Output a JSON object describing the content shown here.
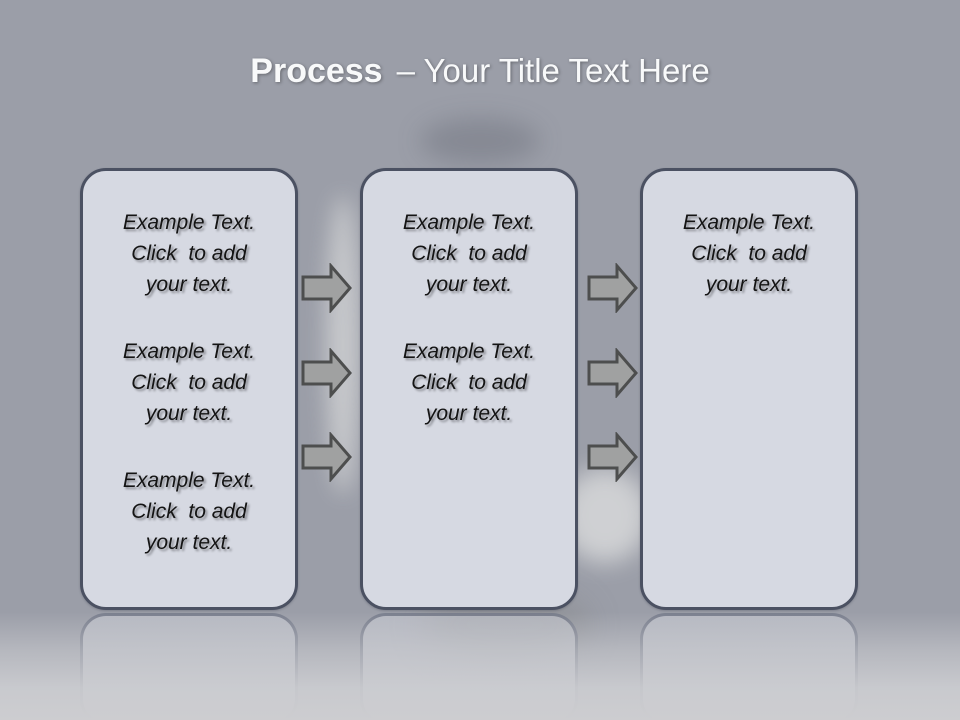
{
  "title": {
    "keyword": "Process",
    "rest": "– Your Title Text Here"
  },
  "colors": {
    "header_band_top": "#4a4f5d",
    "header_band_bottom": "#565b6a",
    "background_light": "#cdcdd0",
    "box_fill": "#d6d9e2",
    "box_border": "#4b5162",
    "arrow_fill": "#a0a1a1",
    "arrow_outline": "#4d4e4e",
    "title_text": "#f8f9fa",
    "body_text": "#141414"
  },
  "boxes": [
    {
      "name": "step-1",
      "paragraphs": [
        "Example Text.\nClick  to add\nyour text.",
        "Example Text.\nClick  to add\nyour text.",
        "Example Text.\nClick  to add\nyour text."
      ]
    },
    {
      "name": "step-2",
      "paragraphs": [
        "Example Text.\nClick  to add\nyour text.",
        "Example Text.\nClick  to add\nyour text."
      ]
    },
    {
      "name": "step-3",
      "paragraphs": [
        "Example Text.\nClick  to add\nyour text."
      ]
    }
  ],
  "arrows": {
    "icon": "right-block-arrow",
    "columns": 2,
    "per_column": 3
  }
}
